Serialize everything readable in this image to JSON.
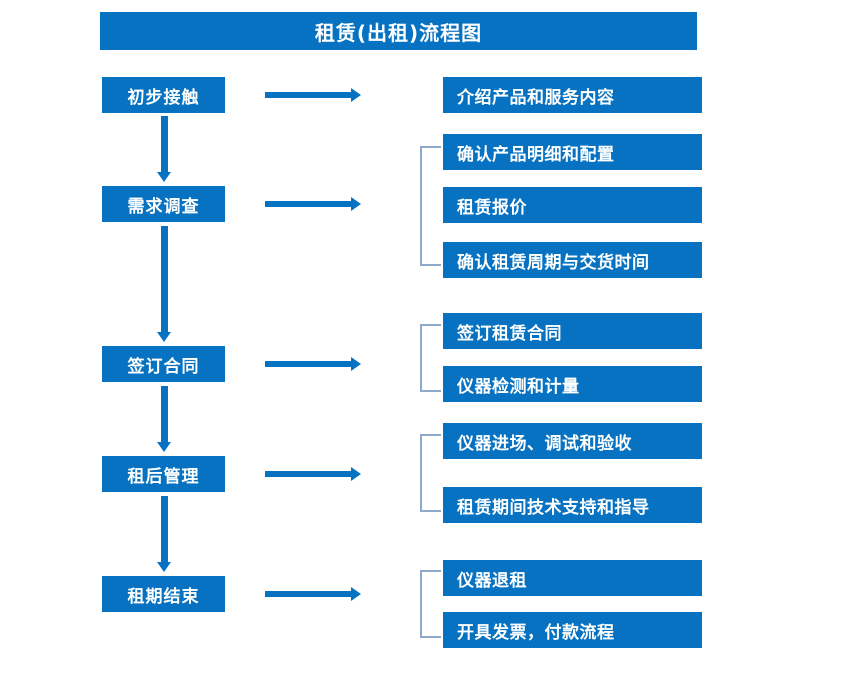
{
  "title": "租赁(出租)流程图",
  "colors": {
    "box_fill": "#0672c1",
    "box_text": "#ffffff",
    "arrow": "#0672c1",
    "bracket": "#8ea9c9",
    "background": "#ffffff"
  },
  "stages": [
    {
      "label": "初步接触"
    },
    {
      "label": "需求调查"
    },
    {
      "label": "签订合同"
    },
    {
      "label": "租后管理"
    },
    {
      "label": "租期结束"
    }
  ],
  "details": [
    {
      "label": "介绍产品和服务内容"
    },
    {
      "label": "确认产品明细和配置"
    },
    {
      "label": "租赁报价"
    },
    {
      "label": "确认租赁周期与交货时间"
    },
    {
      "label": "签订租赁合同"
    },
    {
      "label": "仪器检测和计量"
    },
    {
      "label": "仪器进场、调试和验收"
    },
    {
      "label": "租赁期间技术支持和指导"
    },
    {
      "label": "仪器退租"
    },
    {
      "label": "开具发票，付款流程"
    }
  ]
}
